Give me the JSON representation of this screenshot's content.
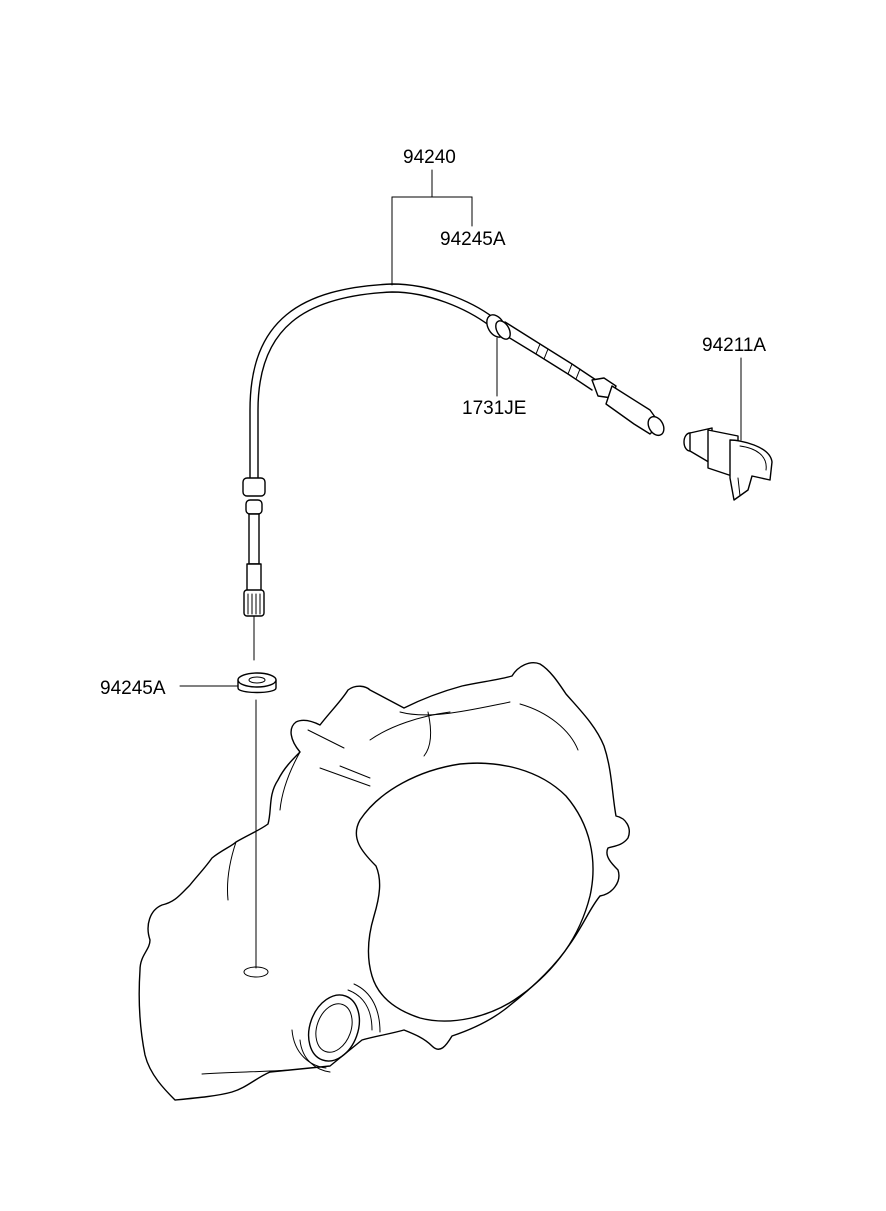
{
  "labels": {
    "cable_assembly": "94240",
    "cable_component_top": "94245A",
    "grommet": "1731JE",
    "driven_gear": "94211A",
    "washer_left": "94245A"
  },
  "colors": {
    "line": "#000000",
    "background": "#ffffff"
  }
}
